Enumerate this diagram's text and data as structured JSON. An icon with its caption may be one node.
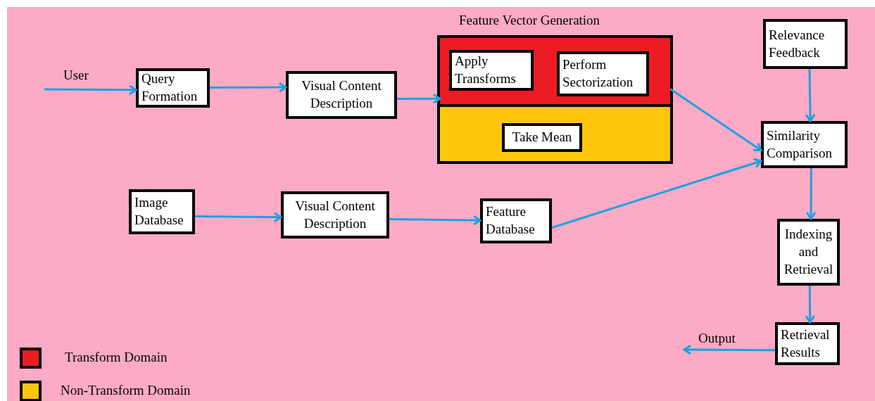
{
  "diagram": {
    "nodes": [
      {
        "text": [
          "Query Formation"
        ]
      },
      {
        "text": [
          "Visual Content Description"
        ]
      },
      {
        "text": [
          "Feature Vector Generation"
        ]
      },
      {
        "text": [],
        "shape": "box",
        "in": 2
      },
      {
        "text": [
          "Apply Transforms"
        ],
        "in": 3
      },
      {
        "text": [
          "Perform Sectorization"
        ],
        "in": 3
      },
      {
        "text": [],
        "shape": "box",
        "in": 2
      },
      {
        "text": [
          "Take Mean"
        ],
        "in": 6
      },
      {
        "text": [
          "Relevance Feedback"
        ]
      },
      {
        "text": [
          "Similarity Comparison"
        ]
      },
      {
        "text": [
          "Image Database"
        ]
      },
      {
        "text": [
          "Visual Content Description"
        ]
      },
      {
        "text": [
          "Feature Database"
        ]
      },
      {
        "text": [
          "Indexing and Retrieval"
        ]
      },
      {
        "text": [
          "Retrieval Results"
        ]
      }
    ],
    "edges": [
      {
        "from": null,
        "to": 0,
        "arrow": "to",
        "label": "User"
      },
      {
        "from": 0,
        "to": 1,
        "arrow": "to"
      },
      {
        "from": 1,
        "to": 3,
        "arrow": "to"
      },
      {
        "from": 3,
        "to": 9,
        "arrow": "to"
      },
      {
        "from": 8,
        "to": 9,
        "arrow": "to"
      },
      {
        "from": 10,
        "to": 11,
        "arrow": "to"
      },
      {
        "from": 11,
        "to": 12,
        "arrow": "to"
      },
      {
        "from": 12,
        "to": 9,
        "arrow": "to"
      },
      {
        "from": 9,
        "to": 13,
        "arrow": "to"
      },
      {
        "from": 13,
        "to": 14,
        "arrow": "to"
      },
      {
        "from": 14,
        "to": null,
        "arrow": "to",
        "label": "Output"
      }
    ],
    "legend": [
      {
        "text": "Transform Domain",
        "color": "#ed1c24"
      },
      {
        "text": "Non-Transform Domain",
        "color": "#ffc60b"
      }
    ]
  }
}
